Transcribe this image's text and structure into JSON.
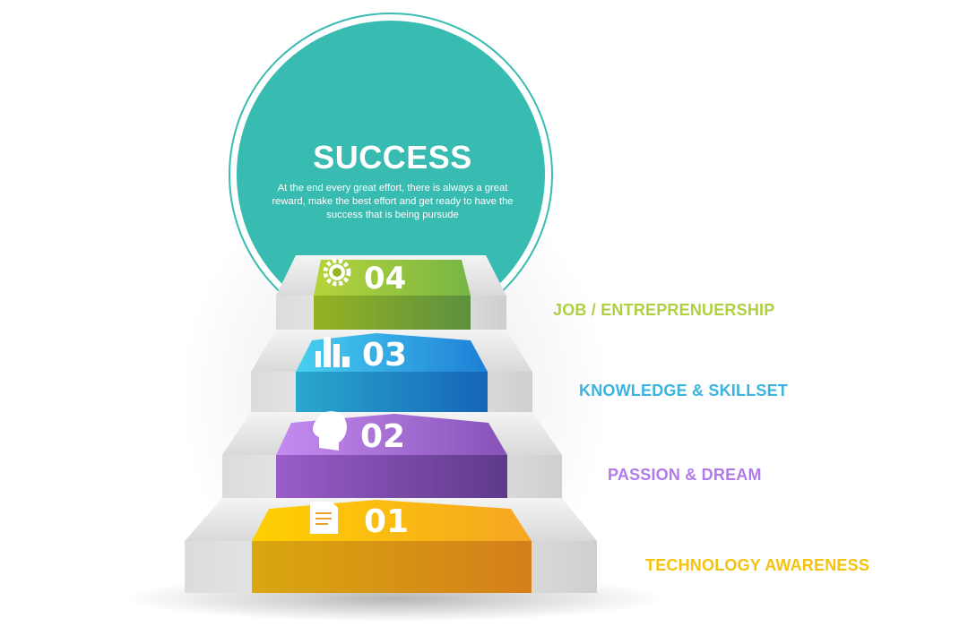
{
  "hero": {
    "title": "SUCCESS",
    "description": "At the end every great effort, there is always a great reward, make the best  effort and get ready to have the success that is being pursude",
    "color": "#38bbb0"
  },
  "steps": [
    {
      "number": "01",
      "label": "TECHNOLOGY AWARENESS",
      "icon": "document-icon",
      "color": "#f5c30f"
    },
    {
      "number": "02",
      "label": "PASSION & DREAM",
      "icon": "head-icon",
      "color": "#b07be8"
    },
    {
      "number": "03",
      "label": "KNOWLEDGE & SKILLSET",
      "icon": "bar-chart-icon",
      "color": "#3bb4df"
    },
    {
      "number": "04",
      "label": "JOB / ENTREPRENUERSHIP",
      "icon": "gear-icon",
      "color": "#aed142"
    }
  ]
}
